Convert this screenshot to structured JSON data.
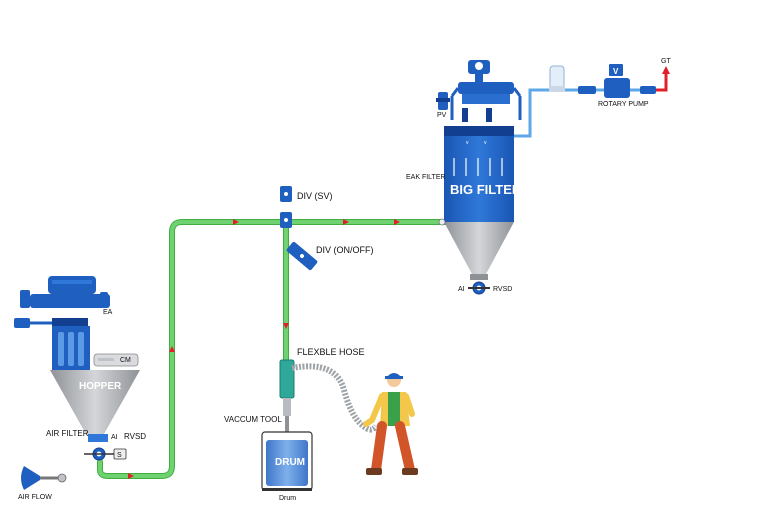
{
  "labels": {
    "big_filter": "BIG FILTER",
    "eak_filter": "EAK FILTER",
    "pv": "PV",
    "rotary_pump": "ROTARY PUMP",
    "gt": "GT",
    "ai_top": "AI",
    "rvsd_top": "RVSD",
    "div_sv": "DIV (SV)",
    "div_onoff": "DIV (ON/OFF)",
    "flexible_hose": "FLEXBLE HOSE",
    "vacuum_tool": "VACCUM TOOL",
    "drum": "DRUM",
    "drum_caption": "Drum",
    "hopper": "HOPPER",
    "cm": "CM",
    "ea": "EA",
    "air_filter": "AIR FILTER",
    "ai_bottom": "AI",
    "rvsd_bottom": "RVSD",
    "air_flow": "AIR FLOW",
    "v_badge": "V",
    "s_badge": "S"
  },
  "colors": {
    "pipe": "#6fd16f",
    "pipe_edge": "#3fae3f",
    "equipment_blue": "#1f5fbf",
    "dark_blue": "#123f8f",
    "steel": "#a7a9ac",
    "arrow": "#e0202a"
  }
}
